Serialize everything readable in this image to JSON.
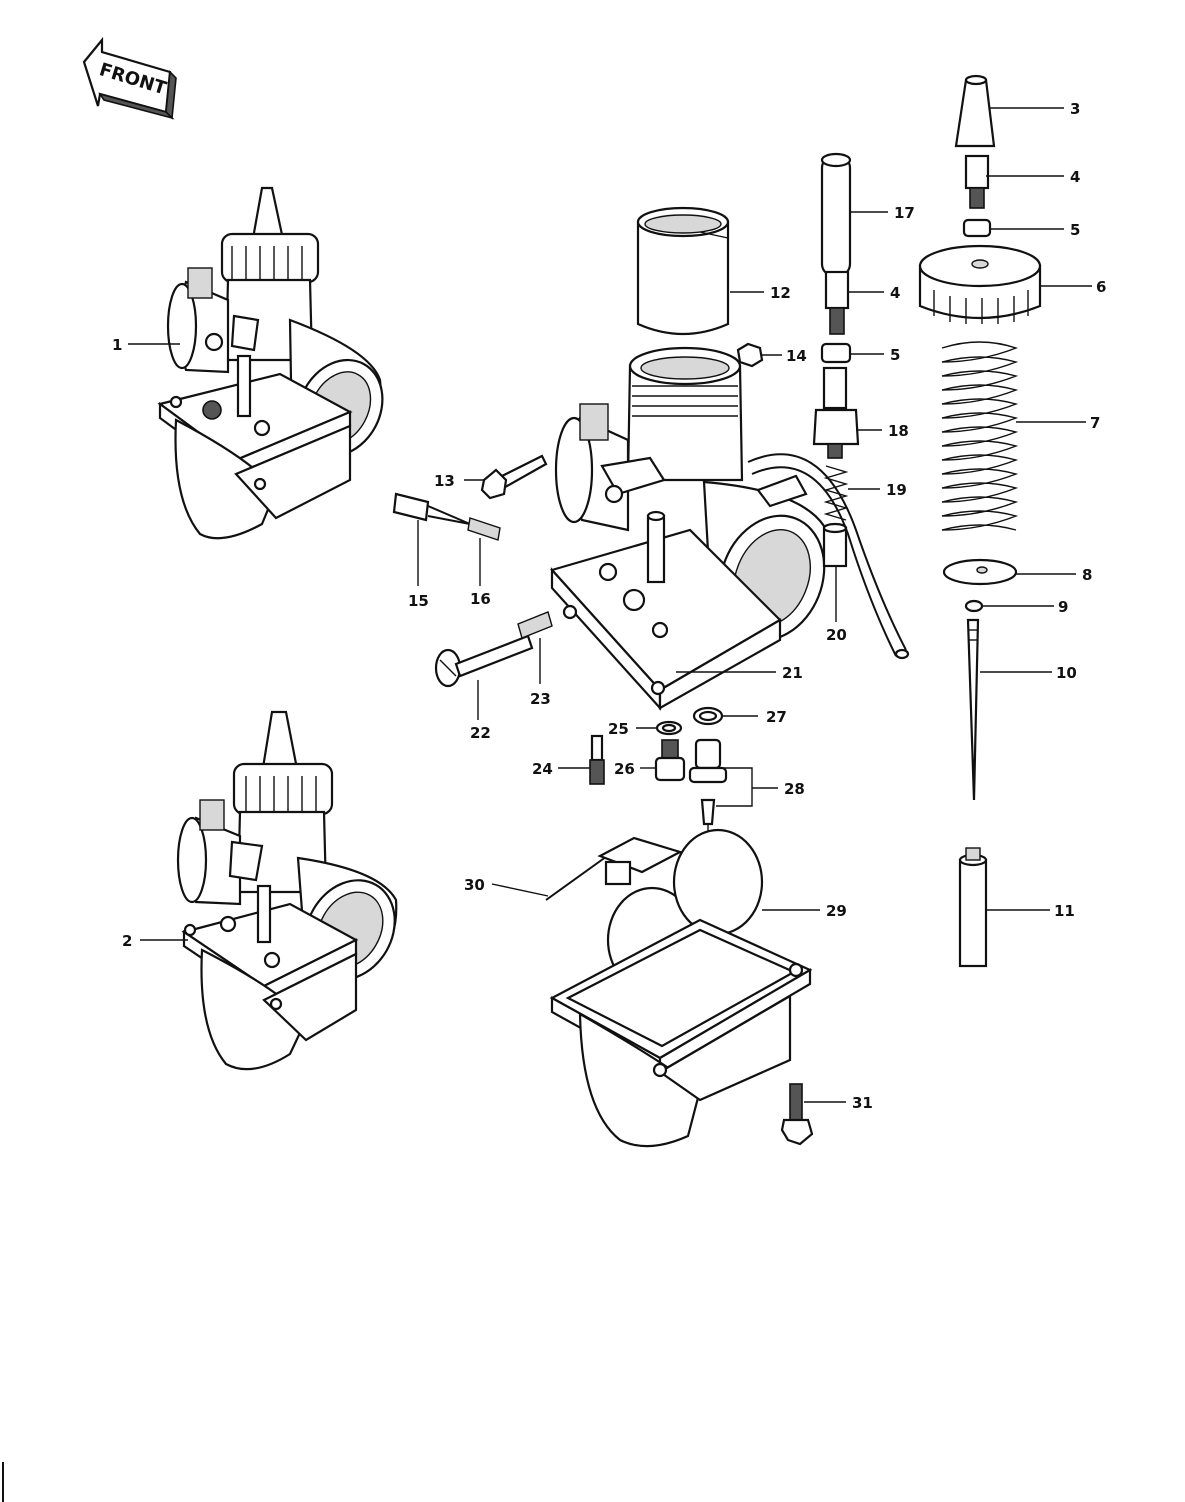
{
  "front_label": "FRONT",
  "callouts": [
    {
      "num": "1"
    },
    {
      "num": "2"
    },
    {
      "num": "3"
    },
    {
      "num": "4"
    },
    {
      "num": "5"
    },
    {
      "num": "6"
    },
    {
      "num": "7"
    },
    {
      "num": "8"
    },
    {
      "num": "9"
    },
    {
      "num": "10"
    },
    {
      "num": "11"
    },
    {
      "num": "12"
    },
    {
      "num": "13"
    },
    {
      "num": "14"
    },
    {
      "num": "15"
    },
    {
      "num": "16"
    },
    {
      "num": "17"
    },
    {
      "num": "4"
    },
    {
      "num": "5"
    },
    {
      "num": "18"
    },
    {
      "num": "19"
    },
    {
      "num": "20"
    },
    {
      "num": "21"
    },
    {
      "num": "22"
    },
    {
      "num": "23"
    },
    {
      "num": "24"
    },
    {
      "num": "25"
    },
    {
      "num": "26"
    },
    {
      "num": "27"
    },
    {
      "num": "28"
    },
    {
      "num": "29"
    },
    {
      "num": "30"
    },
    {
      "num": "31"
    }
  ]
}
